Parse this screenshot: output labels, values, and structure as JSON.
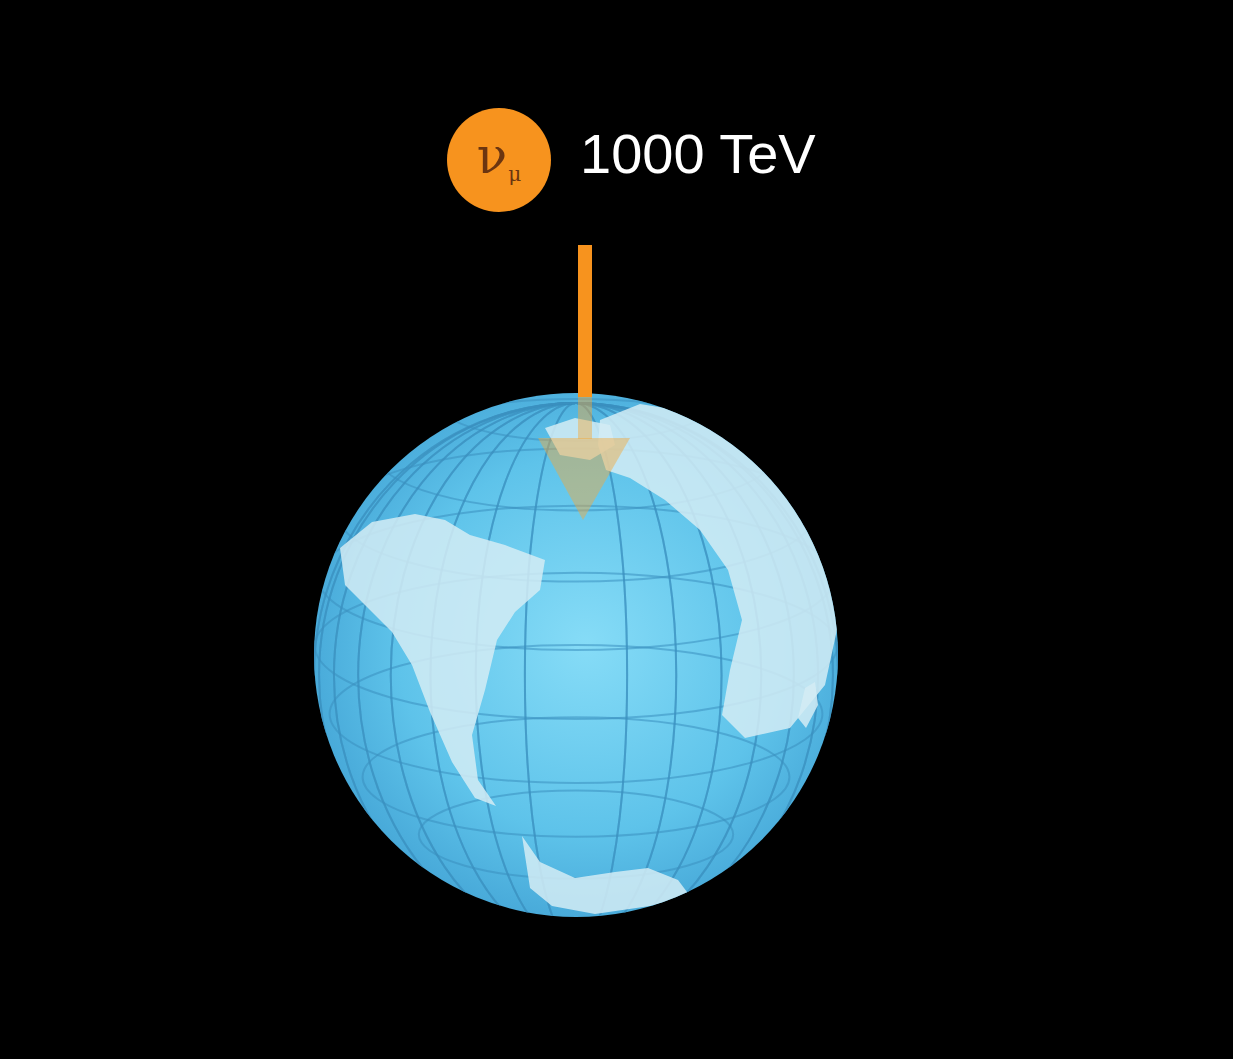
{
  "diagram": {
    "nodes": [
      {
        "text": [
          "ν",
          "μ"
        ]
      }
    ],
    "labels": [
      "1000 TeV"
    ]
  }
}
